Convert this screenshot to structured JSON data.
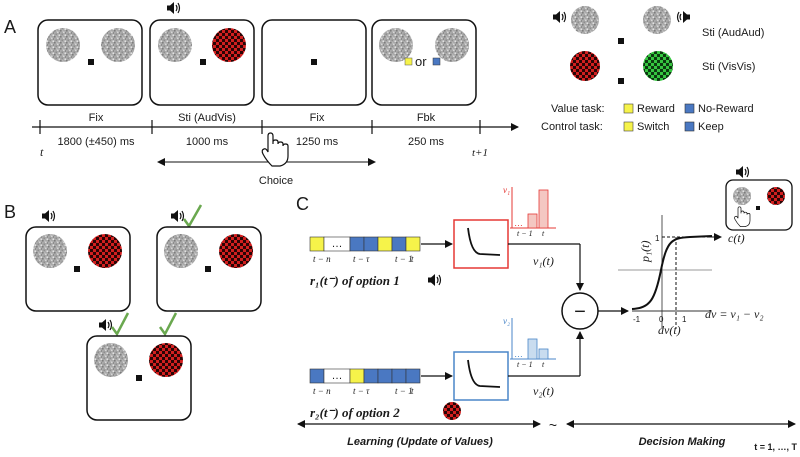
{
  "panels": {
    "a": "A",
    "b": "B",
    "c": "C"
  },
  "timeline": {
    "phases": [
      {
        "name": "Fix",
        "duration": "1800 (±450) ms"
      },
      {
        "name": "Sti (AudVis)",
        "duration": "1000 ms"
      },
      {
        "name": "Fix",
        "duration": "1250 ms"
      },
      {
        "name": "Fbk",
        "duration": "250 ms"
      }
    ],
    "t_start": "t",
    "t_end": "t+1",
    "choice": "Choice",
    "or_text": "or"
  },
  "legend": {
    "sti_audaud": "Sti (AudAud)",
    "sti_visvis": "Sti (VisVis)",
    "value_task": "Value task:",
    "control_task": "Control task:",
    "reward": "Reward",
    "no_reward": "No-Reward",
    "switch": "Switch",
    "keep": "Keep"
  },
  "colors": {
    "yellow": "#f6f34a",
    "blue": "#4a78c2",
    "red_checker": "#c81e1e",
    "green_checker": "#2fbf3a",
    "check_green": "#6aa84f",
    "red_box": "#e53935",
    "blue_box": "#4a86c8"
  },
  "model": {
    "seq_labels_top": [
      "t − n",
      "…",
      "t − τ",
      "t − 1",
      "t"
    ],
    "seq_labels_bottom": [
      "t − n",
      "…",
      "t − τ",
      "t − 1",
      "t"
    ],
    "r1_label": "r₁(t⁻) of option 1",
    "r2_label": "r₂(t⁻) of option 2",
    "v1_out": "v₁(t)",
    "v2_out": "v₂(t)",
    "v1_axis": "v₁",
    "v2_axis": "v₂",
    "hist_dots": "…",
    "hist_ticks": [
      "t − 1",
      "t"
    ],
    "minus": "−",
    "p1_label": "p₁(t)",
    "one_label": "1",
    "ct_label": "c(t)",
    "dv_ticks": [
      "-1",
      "0",
      "1"
    ],
    "dvt_label": "dv(t)",
    "dv_formula": "dv = v₁ − v₂",
    "learning": "Learning (Update of Values)",
    "tilde": "~",
    "decision": "Decision Making",
    "trial_range": "t = 1, …, T"
  }
}
